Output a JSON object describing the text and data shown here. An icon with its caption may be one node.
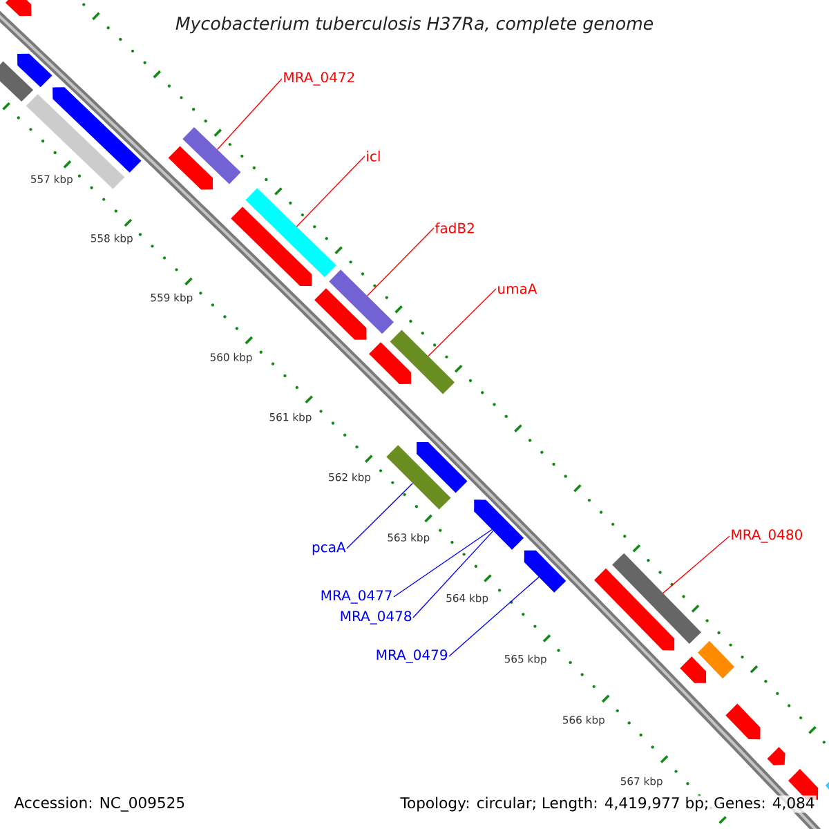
{
  "diagram": {
    "title": "Mycobacterium tuberculosis H37Ra, complete genome",
    "nodes": [
      {
        "text": [
          "MRA_0472"
        ]
      },
      {
        "text": [
          "icl"
        ]
      },
      {
        "text": [
          "fadB2"
        ]
      },
      {
        "text": [
          "umaA"
        ]
      },
      {
        "text": [
          "pcaA"
        ]
      },
      {
        "text": [
          "MRA_0477"
        ]
      },
      {
        "text": [
          "MRA_0478"
        ]
      },
      {
        "text": [
          "MRA_0479"
        ]
      },
      {
        "text": [
          "MRA_0480"
        ]
      },
      {
        "text": [],
        "shape": "box"
      },
      {
        "text": [],
        "shape": "box"
      },
      {
        "text": [],
        "shape": "box"
      },
      {
        "text": [],
        "shape": "box"
      },
      {
        "text": [],
        "shape": "box"
      },
      {
        "text": [],
        "shape": "arrow"
      },
      {
        "text": [],
        "shape": "arrow"
      },
      {
        "text": [],
        "shape": "box"
      }
    ],
    "edges": [
      {
        "from": 0,
        "to": 9,
        "arrow": "none"
      },
      {
        "from": 1,
        "to": 10,
        "arrow": "none"
      },
      {
        "from": 2,
        "to": 11,
        "arrow": "none"
      },
      {
        "from": 3,
        "to": 12,
        "arrow": "none"
      },
      {
        "from": 4,
        "to": 13,
        "arrow": "none",
        "color": "#0000ff"
      },
      {
        "from": 5,
        "to": 14,
        "arrow": "none",
        "color": "#0000ff"
      },
      {
        "from": 6,
        "to": 14,
        "arrow": "none",
        "color": "#0000ff"
      },
      {
        "from": 7,
        "to": 15,
        "arrow": "none",
        "color": "#0000ff"
      },
      {
        "from": 8,
        "to": 16,
        "arrow": "none"
      }
    ],
    "labels": [
      "557 kbp",
      "558 kbp",
      "559 kbp",
      "560 kbp",
      "561 kbp",
      "562 kbp",
      "563 kbp",
      "564 kbp",
      "565 kbp",
      "566 kbp",
      "567 kbp",
      "Accession: NC_009525",
      "Topology: circular; Length: 4,419,977 bp; Genes: 4,084"
    ]
  }
}
